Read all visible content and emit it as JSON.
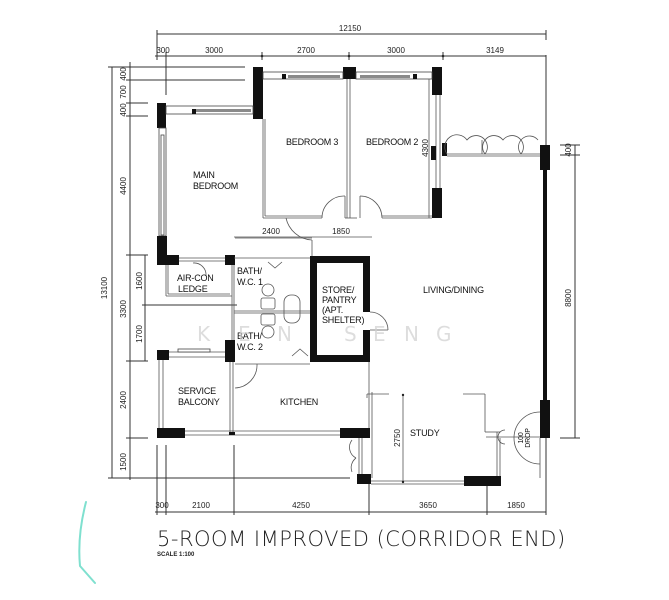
{
  "title": "5-ROOM IMPROVED (CORRIDOR END)",
  "scale": "SCALE  1:100",
  "watermark": [
    "K",
    "E",
    "N",
    "S",
    "E",
    "N",
    "G"
  ],
  "rooms": {
    "main_bedroom": [
      "MAIN",
      "BEDROOM"
    ],
    "bedroom3": "BEDROOM  3",
    "bedroom2": "BEDROOM  2",
    "aircon_ledge": [
      "AIR-CON",
      "LEDGE"
    ],
    "bath1": [
      "BATH/",
      "W.C.  1"
    ],
    "bath2": [
      "BATH/",
      "W.C.  2"
    ],
    "store": [
      "STORE/",
      "PANTRY",
      "(APT.",
      "SHELTER)"
    ],
    "living": "LIVING/DINING",
    "service_balcony": [
      "SERVICE",
      "BALCONY"
    ],
    "kitchen": "KITCHEN",
    "study": "STUDY",
    "drop": [
      "100",
      "DROP"
    ]
  },
  "dimensions": {
    "top_overall": "12150",
    "top": [
      "300",
      "3000",
      "2700",
      "3000",
      "3149"
    ],
    "bottom": [
      "300",
      "2100",
      "4250",
      "3650",
      "1850"
    ],
    "left_overall": "13100",
    "left": [
      "400",
      "700",
      "400",
      "4400",
      "3300",
      "2400",
      "1500"
    ],
    "left_inner": [
      "1600",
      "1700"
    ],
    "right": [
      "400",
      "8800"
    ],
    "internal": {
      "corridor_a": "2400",
      "corridor_b": "1850",
      "bedroom2_depth": "4300",
      "study_depth": "2750"
    }
  },
  "colors": {
    "wall": "#111111",
    "line": "#333333",
    "watermark": "#cfcfcf",
    "pen_mark": "#7fe0cf"
  }
}
